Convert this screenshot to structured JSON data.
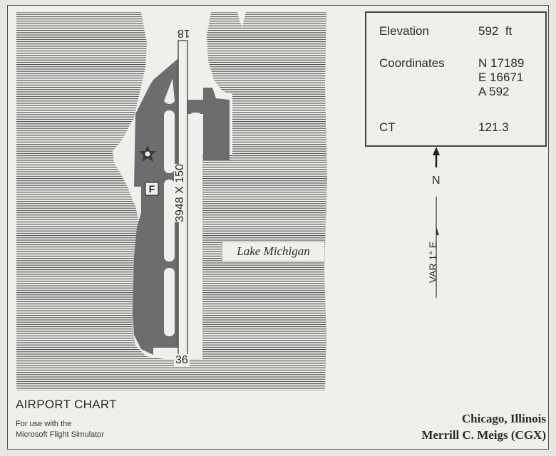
{
  "chart": {
    "title": "AIRPORT CHART",
    "subtitle_line1": "For use with the",
    "subtitle_line2": "Microsoft Flight Simulator",
    "location": "Chicago, Illinois",
    "airport": "Merrill C. Meigs (CGX)"
  },
  "info": {
    "elevation_label": "Elevation",
    "elevation_value": "592",
    "elevation_unit": "ft",
    "coordinates_label": "Coordinates",
    "coord_n": "N 17189",
    "coord_e": "E 16671",
    "coord_a": "A 592",
    "ct_label": "CT",
    "ct_value": "121.3"
  },
  "compass": {
    "north_label": "N",
    "variation": "VAR 1° E"
  },
  "runway": {
    "end_north": "18",
    "end_south": "36",
    "dimensions": "3948 X 150"
  },
  "water_label": "Lake Michigan",
  "symbols": {
    "fuel": "F"
  },
  "colors": {
    "water_hatch": "#4a4a4a",
    "apron": "#6e6c6e",
    "land": "#f1efec"
  }
}
